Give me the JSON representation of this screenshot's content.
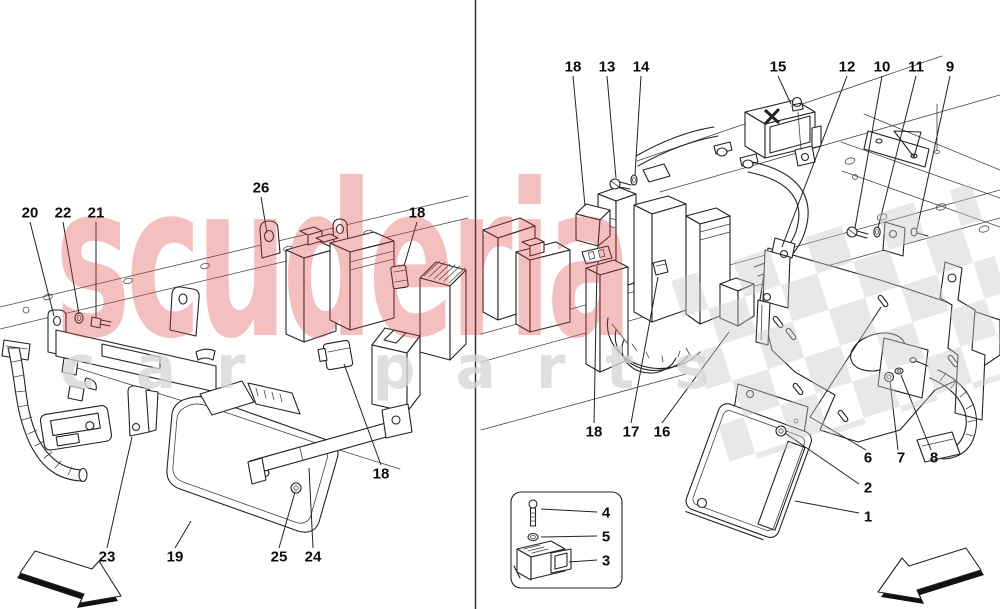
{
  "watermark": {
    "brand": "scuderia",
    "subtitle": "car parts",
    "brand_color": "#e04040",
    "subtitle_color": "#d7d7d7"
  },
  "icons": {
    "left-direction-arrow": "outlined-arrow-pointing-lower-right",
    "right-direction-arrow": "outlined-arrow-pointing-lower-left",
    "checkered-flag-watermark": "diagonal-checker-pattern"
  },
  "line_color": "#222222",
  "callouts": {
    "left": [
      "20",
      "22",
      "21",
      "26",
      "18",
      "23",
      "19",
      "25",
      "24",
      "18"
    ],
    "right_top": [
      "18",
      "13",
      "14",
      "15",
      "12",
      "10",
      "11",
      "9"
    ],
    "right_mid": [
      "18",
      "17",
      "16",
      "6",
      "7",
      "8",
      "2",
      "1"
    ],
    "inset": [
      "4",
      "5",
      "3"
    ]
  }
}
